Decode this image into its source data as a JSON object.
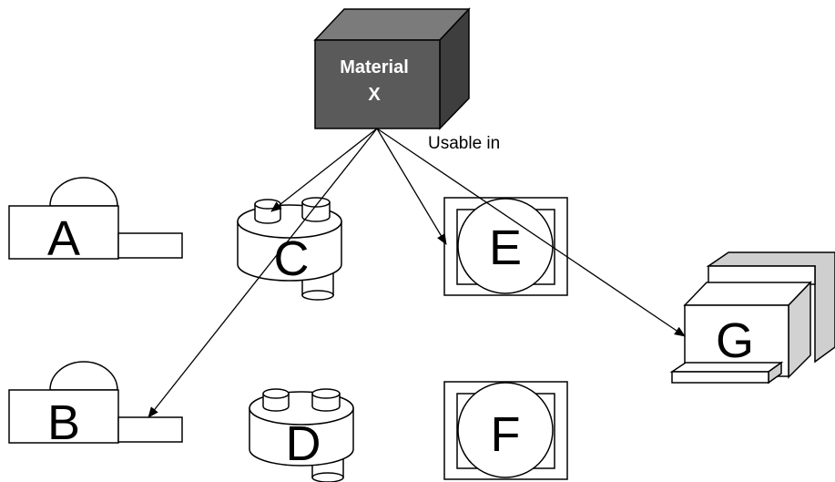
{
  "material": {
    "line1": "Material",
    "line2": "X",
    "face_color": "#5a5a5a",
    "top_color": "#7b7b7b",
    "side_color": "#3e3e3e"
  },
  "relation_label": "Usable in",
  "devices": {
    "A": {
      "label": "A"
    },
    "B": {
      "label": "B"
    },
    "C": {
      "label": "C"
    },
    "D": {
      "label": "D"
    },
    "E": {
      "label": "E"
    },
    "F": {
      "label": "F"
    },
    "G": {
      "label": "G"
    }
  },
  "arrows": [
    {
      "from": "Material X",
      "to": "C"
    },
    {
      "from": "Material X",
      "to": "B"
    },
    {
      "from": "Material X",
      "to": "E"
    },
    {
      "from": "Material X",
      "to": "G"
    }
  ]
}
